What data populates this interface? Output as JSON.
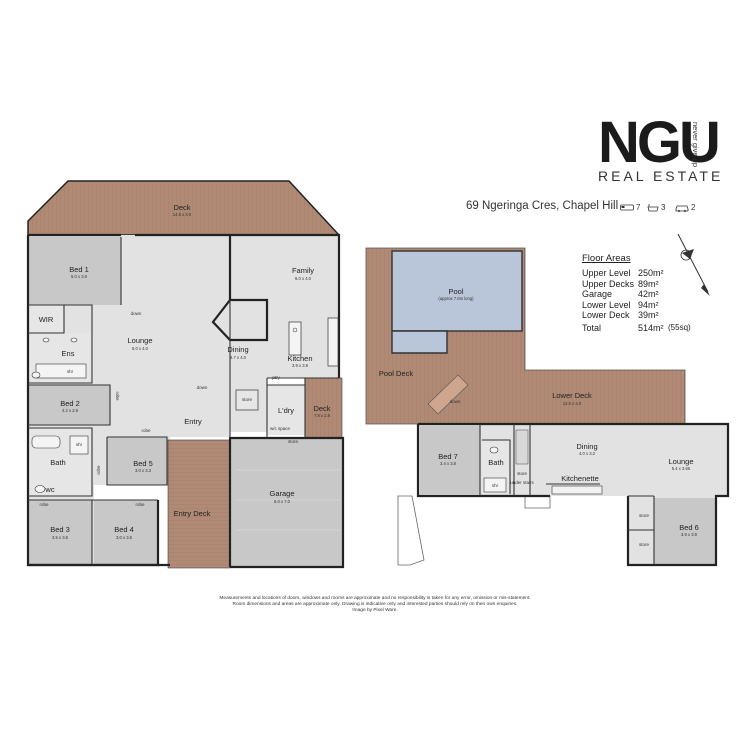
{
  "brand": {
    "name": "NGU",
    "subtitle": "REAL ESTATE",
    "tagline": "never give up"
  },
  "address": "69 Ngeringa Cres, Chapel Hill",
  "features": {
    "bedrooms": "7",
    "bathrooms": "3",
    "car_spaces": "2"
  },
  "floor_areas": {
    "title": "Floor Areas",
    "rows": [
      {
        "name": "Upper Level",
        "value": "250m²"
      },
      {
        "name": "Upper Decks",
        "value": "89m²"
      },
      {
        "name": "Garage",
        "value": "42m²"
      },
      {
        "name": "Lower Level",
        "value": "94m²"
      },
      {
        "name": "Lower Deck",
        "value": "39m²"
      }
    ],
    "total_label": "Total",
    "total_value": "514m²",
    "total_extra": "(55sq)"
  },
  "upper_rooms": {
    "deck_top": {
      "name": "Deck",
      "dims": "14.5 x 3.0"
    },
    "bed1": {
      "name": "Bed 1",
      "dims": "5.0 x 3.9"
    },
    "wir": {
      "name": "WIR"
    },
    "ens": {
      "name": "Ens"
    },
    "shr": {
      "name": "shr"
    },
    "lounge": {
      "name": "Lounge",
      "dims": "5.0 x 4.0"
    },
    "dining": {
      "name": "Dining",
      "dims": "4.7 x 4.0"
    },
    "family": {
      "name": "Family",
      "dims": "6.0 x 4.0"
    },
    "kitchen": {
      "name": "Kitchen",
      "dims": "3.9 x 3.9"
    },
    "ptry": {
      "name": "ptry"
    },
    "down1": {
      "name": "down"
    },
    "down2": {
      "name": "down"
    },
    "store": {
      "name": "store"
    },
    "ldry": {
      "name": "L'dry"
    },
    "wc_space": {
      "name": "w/c space"
    },
    "deck_side": {
      "name": "Deck",
      "dims": "7.8 x 2.8"
    },
    "bed2": {
      "name": "Bed 2",
      "dims": "4.2 x 2.9"
    },
    "entry": {
      "name": "Entry"
    },
    "robe1": {
      "name": "robe"
    },
    "robe2": {
      "name": "robe"
    },
    "robe3": {
      "name": "robe"
    },
    "robe4": {
      "name": "robe"
    },
    "robe5": {
      "name": "robe"
    },
    "bath": {
      "name": "Bath"
    },
    "shr2": {
      "name": "shr"
    },
    "wc": {
      "name": "wc"
    },
    "bed5": {
      "name": "Bed 5",
      "dims": "3.0 x 3.3"
    },
    "entry_deck": {
      "name": "Entry Deck"
    },
    "garage": {
      "name": "Garage",
      "dims": "6.0 x 7.0"
    },
    "garage_store": {
      "name": "store"
    },
    "bed3": {
      "name": "Bed 3",
      "dims": "3.5 x 3.6"
    },
    "bed4": {
      "name": "Bed 4",
      "dims": "3.0 x 3.6"
    }
  },
  "lower_rooms": {
    "pool": {
      "name": "Pool",
      "dims": "(approx 7.0m long)"
    },
    "pool_deck": {
      "name": "Pool Deck"
    },
    "down": {
      "name": "down"
    },
    "lower_deck": {
      "name": "Lower Deck",
      "dims": "12.5 x 3.0"
    },
    "bed7": {
      "name": "Bed 7",
      "dims": "3.4 x 3.8"
    },
    "bath": {
      "name": "Bath"
    },
    "shr": {
      "name": "shr"
    },
    "store1": {
      "name": "store"
    },
    "under_stairs": {
      "name": "under stairs"
    },
    "dining": {
      "name": "Dining",
      "dims": "4.0 x 3.2"
    },
    "lounge": {
      "name": "Lounge",
      "dims": "5.4 x 3.65"
    },
    "kitchenette": {
      "name": "Kitchenette"
    },
    "store2": {
      "name": "store"
    },
    "store3": {
      "name": "store"
    },
    "bed6": {
      "name": "Bed 6",
      "dims": "3.9 x 3.9"
    }
  },
  "disclaimer": {
    "line1": "Measurements and locations of doors, windows and rooms are approximate and no responsibility is taken for any error, omission or mis-statement.",
    "line2": "Room dimensions and areas are approximate only. Drawing is indicative only and interested parties should rely on their own enquiries.",
    "line3": "Image by Pixel Ware."
  },
  "colors": {
    "deck": "#b08a75",
    "room": "#e2e2e2",
    "bedroom": "#c8c8c8",
    "wet_area": "#e0e0e0",
    "garage": "#c8c8c8",
    "pool": "#b9c5d8",
    "wall": "#222222"
  }
}
